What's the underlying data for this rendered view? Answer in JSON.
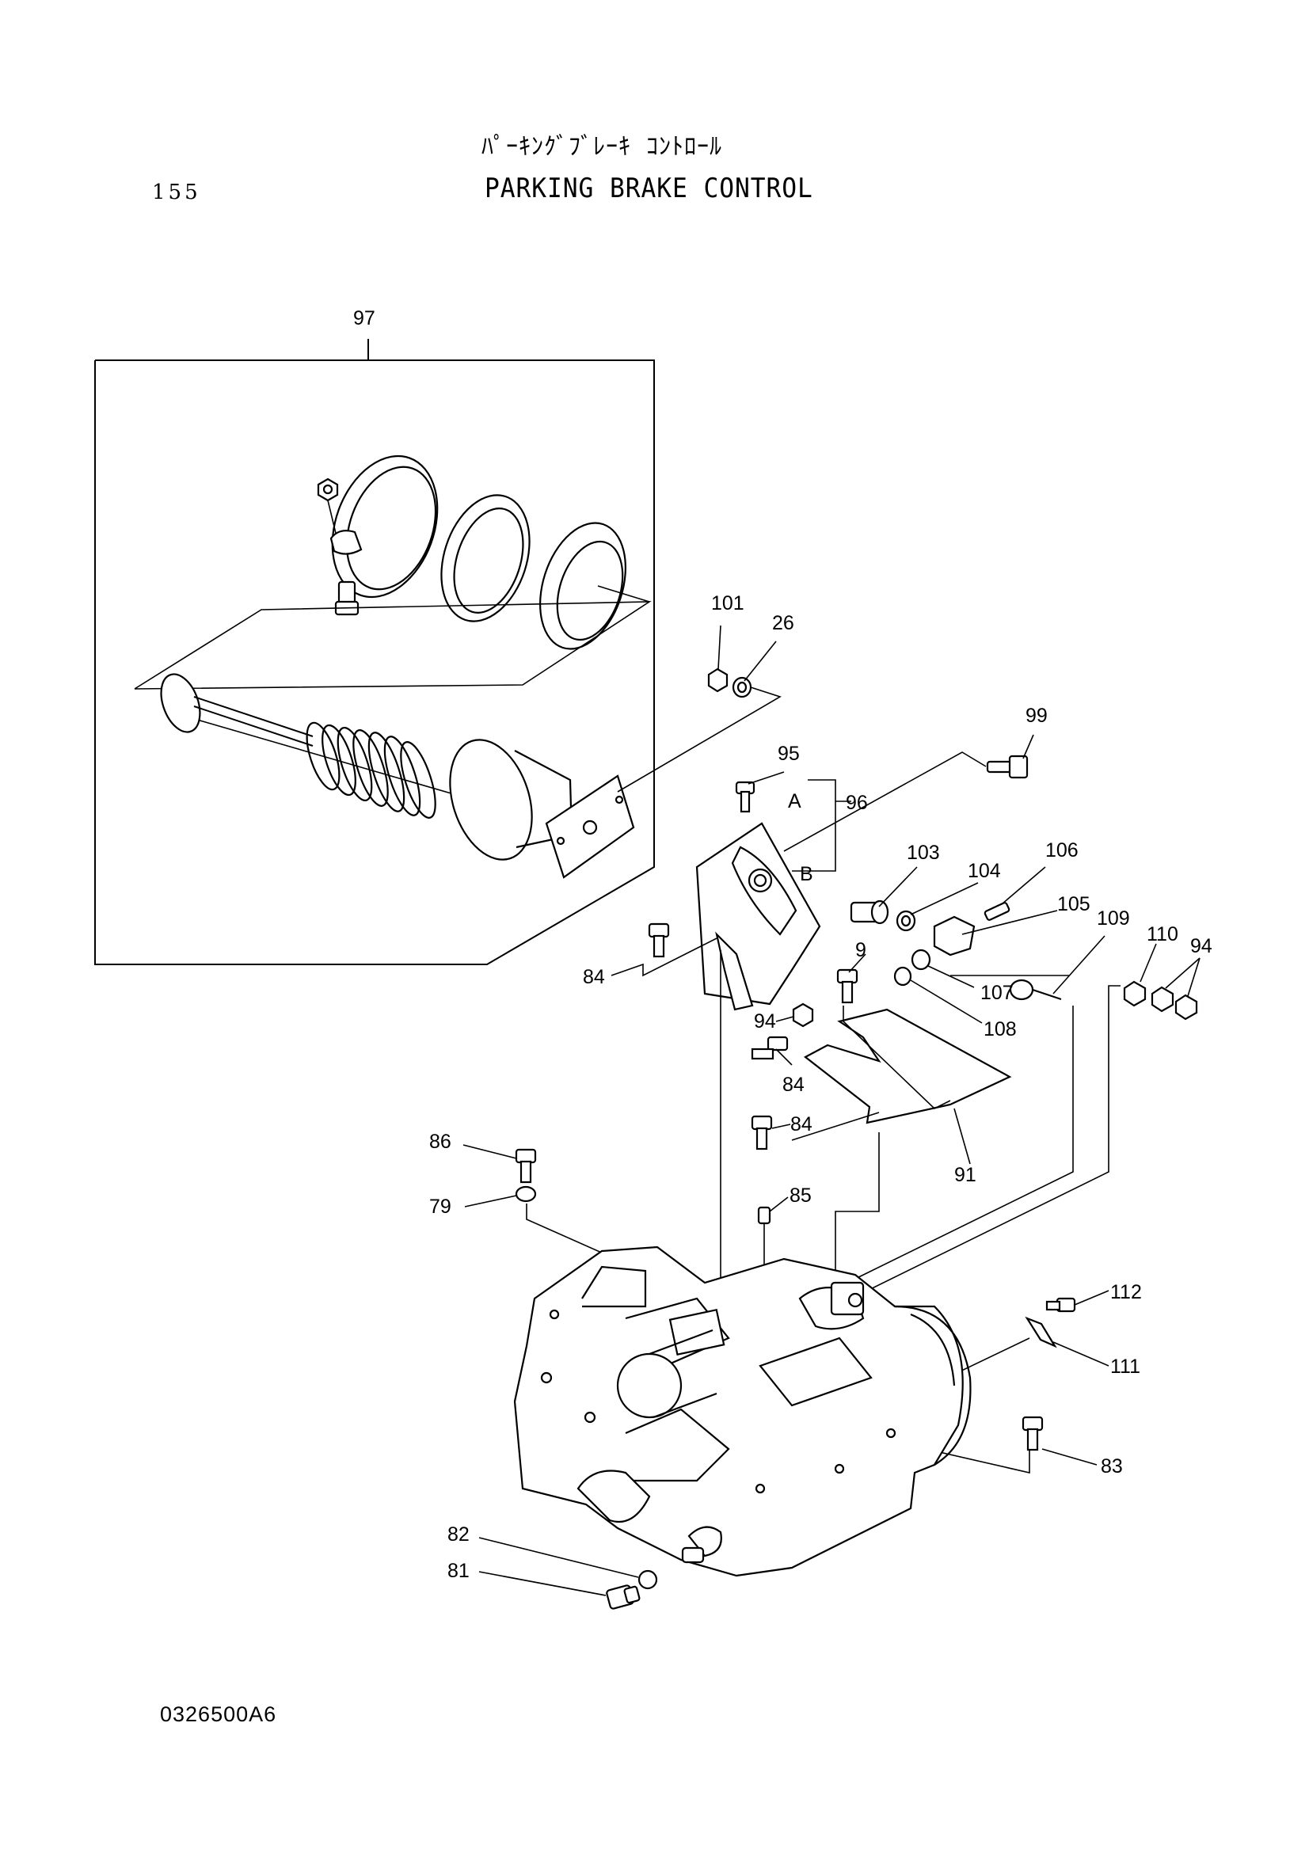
{
  "header": {
    "title_jp": "ﾊﾟｰｷﾝｸﾞﾌﾞﾚｰｷ ｺﾝﾄﾛｰﾙ",
    "title_en": "PARKING BRAKE CONTROL",
    "page_number": "155"
  },
  "footer": {
    "drawing_code": "0326500A6"
  },
  "callouts": [
    "97",
    "101",
    "26",
    "99",
    "95",
    "96",
    "A",
    "B",
    "103",
    "104",
    "106",
    "105",
    "109",
    "110",
    "94",
    "84",
    "9",
    "107",
    "108",
    "94",
    "84",
    "84",
    "91",
    "86",
    "79",
    "85",
    "112",
    "111",
    "83",
    "82",
    "81"
  ]
}
